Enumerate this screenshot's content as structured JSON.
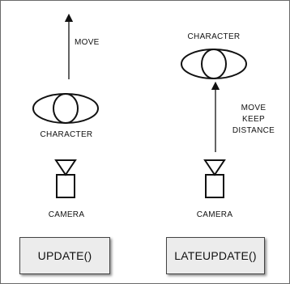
{
  "left_panel": {
    "move_label": "MOVE",
    "character_label": "CHARACTER",
    "camera_label": "CAMERA",
    "method_label": "UPDATE()"
  },
  "right_panel": {
    "character_label": "CHARACTER",
    "move_label_lines": [
      "MOVE",
      "KEEP",
      "DISTANCE"
    ],
    "camera_label": "CAMERA",
    "method_label": "LATEUPDATE()"
  }
}
